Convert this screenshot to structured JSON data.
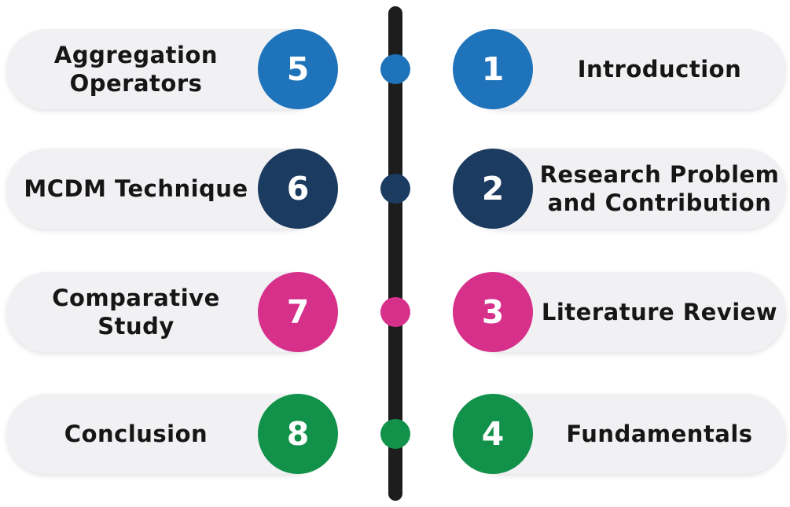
{
  "colors": {
    "blue": "#1e73ba",
    "navy": "#1b3b60",
    "pink": "#d6308b",
    "green": "#12914a",
    "bar": "#1d1d1d",
    "pill_background": "#f1f1f4",
    "label_text": "#161616",
    "number_text": "#ffffff"
  },
  "sections": {
    "left": [
      {
        "number": "5",
        "label": "Aggregation\nOperators",
        "color": "#1e73ba"
      },
      {
        "number": "6",
        "label": "MCDM Technique",
        "color": "#1b3b60"
      },
      {
        "number": "7",
        "label": "Comparative Study",
        "color": "#d6308b"
      },
      {
        "number": "8",
        "label": "Conclusion",
        "color": "#12914a"
      }
    ],
    "right": [
      {
        "number": "1",
        "label": "Introduction",
        "color": "#1e73ba"
      },
      {
        "number": "2",
        "label": "Research Problem\nand Contribution",
        "color": "#1b3b60"
      },
      {
        "number": "3",
        "label": "Literature Review",
        "color": "#d6308b"
      },
      {
        "number": "4",
        "label": "Fundamentals",
        "color": "#12914a"
      }
    ]
  }
}
